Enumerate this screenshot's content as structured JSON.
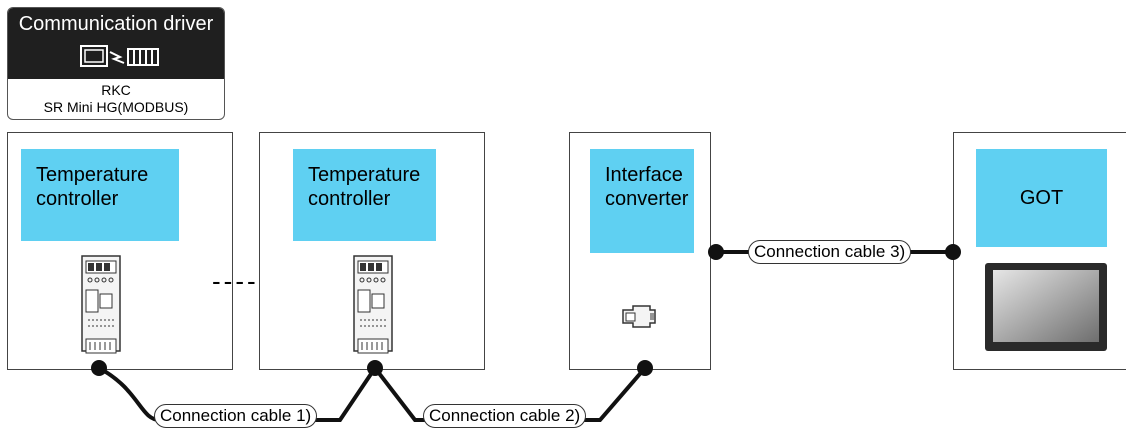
{
  "driver": {
    "title": "Communication driver",
    "maker": "RKC",
    "model": "SR Mini HG(MODBUS)"
  },
  "devices": [
    {
      "label_line1": "Temperature",
      "label_line2": "controller",
      "icon": "temperature-controller-icon"
    },
    {
      "label_line1": "Temperature",
      "label_line2": "controller",
      "icon": "temperature-controller-icon"
    },
    {
      "label_line1": "Interface",
      "label_line2": "converter",
      "icon": "interface-converter-icon"
    },
    {
      "label_line1": "GOT",
      "label_line2": "",
      "icon": "got-display-icon"
    }
  ],
  "ellipsis": "----",
  "cables": [
    {
      "label": "Connection cable 1)"
    },
    {
      "label": "Connection cable 2)"
    },
    {
      "label": "Connection cable 3)"
    }
  ],
  "colors": {
    "label_fill": "#5fd0f2",
    "driver_header": "#1f1f1f"
  }
}
